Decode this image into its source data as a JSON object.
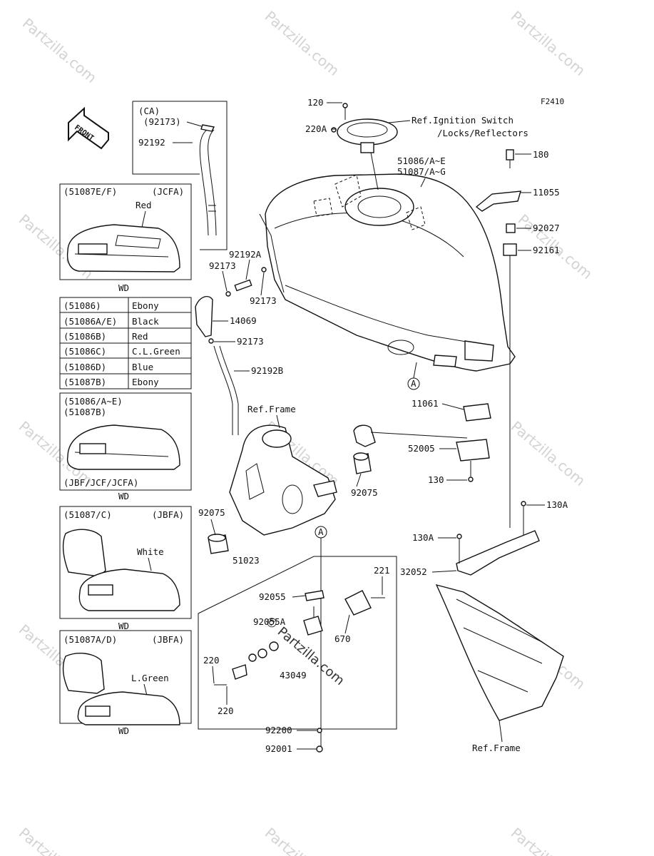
{
  "diagram_code": "F2410",
  "front_label": "FRONT",
  "watermark": "Partzilla.com",
  "center_watermark": "© Partzilla.com",
  "ref_labels": {
    "ignition_line1": "Ref.Ignition Switch",
    "ignition_line2": "/Locks/Reflectors",
    "frame_top": "Ref.Frame",
    "frame_bottom": "Ref.Frame"
  },
  "callout_A": "A",
  "ca_box": {
    "title": "(CA)",
    "part1": "(92173)",
    "part2": "92192"
  },
  "panels": {
    "jcfa": {
      "code": "(51087E/F)",
      "model": "(JCFA)",
      "color": "Red",
      "footer": "WD"
    },
    "main": {
      "code1": "(51086/A~E)",
      "code2": "(51087B)",
      "model": "(JBF/JCF/JCFA)",
      "footer": "WD"
    },
    "white": {
      "code": "(51087/C)",
      "model": "(JBFA)",
      "color": "White",
      "footer": "WD"
    },
    "green": {
      "code": "(51087A/D)",
      "model": "(JBFA)",
      "color": "L.Green",
      "footer": "WD"
    }
  },
  "color_table": [
    {
      "code": "(51086)",
      "color": "Ebony"
    },
    {
      "code": "(51086A/E)",
      "color": "Black"
    },
    {
      "code": "(51086B)",
      "color": "Red"
    },
    {
      "code": "(51086C)",
      "color": "C.L.Green"
    },
    {
      "code": "(51086D)",
      "color": "Blue"
    },
    {
      "code": "(51087B)",
      "color": "Ebony"
    }
  ],
  "parts": {
    "p120": "120",
    "p220A": "220A",
    "p51086": "51086/A~E",
    "p51087": "51087/A~G",
    "p180": "180",
    "p11055": "11055",
    "p92027": "92027",
    "p92161": "92161",
    "p92192A": "92192A",
    "p92173a": "92173",
    "p92173b": "92173",
    "p14069": "14069",
    "p92173c": "92173",
    "p92192B": "92192B",
    "p11061": "11061",
    "p52005": "52005",
    "p130": "130",
    "p92075a": "92075",
    "p92075b": "92075",
    "p130A_right": "130A",
    "p130A_left": "130A",
    "p32052": "32052",
    "p51023": "51023",
    "p221": "221",
    "p92055": "92055",
    "p92055A": "92055A",
    "p670": "670",
    "p220a": "220",
    "p220b": "220",
    "p43049": "43049",
    "p92200": "92200",
    "p92001": "92001"
  }
}
